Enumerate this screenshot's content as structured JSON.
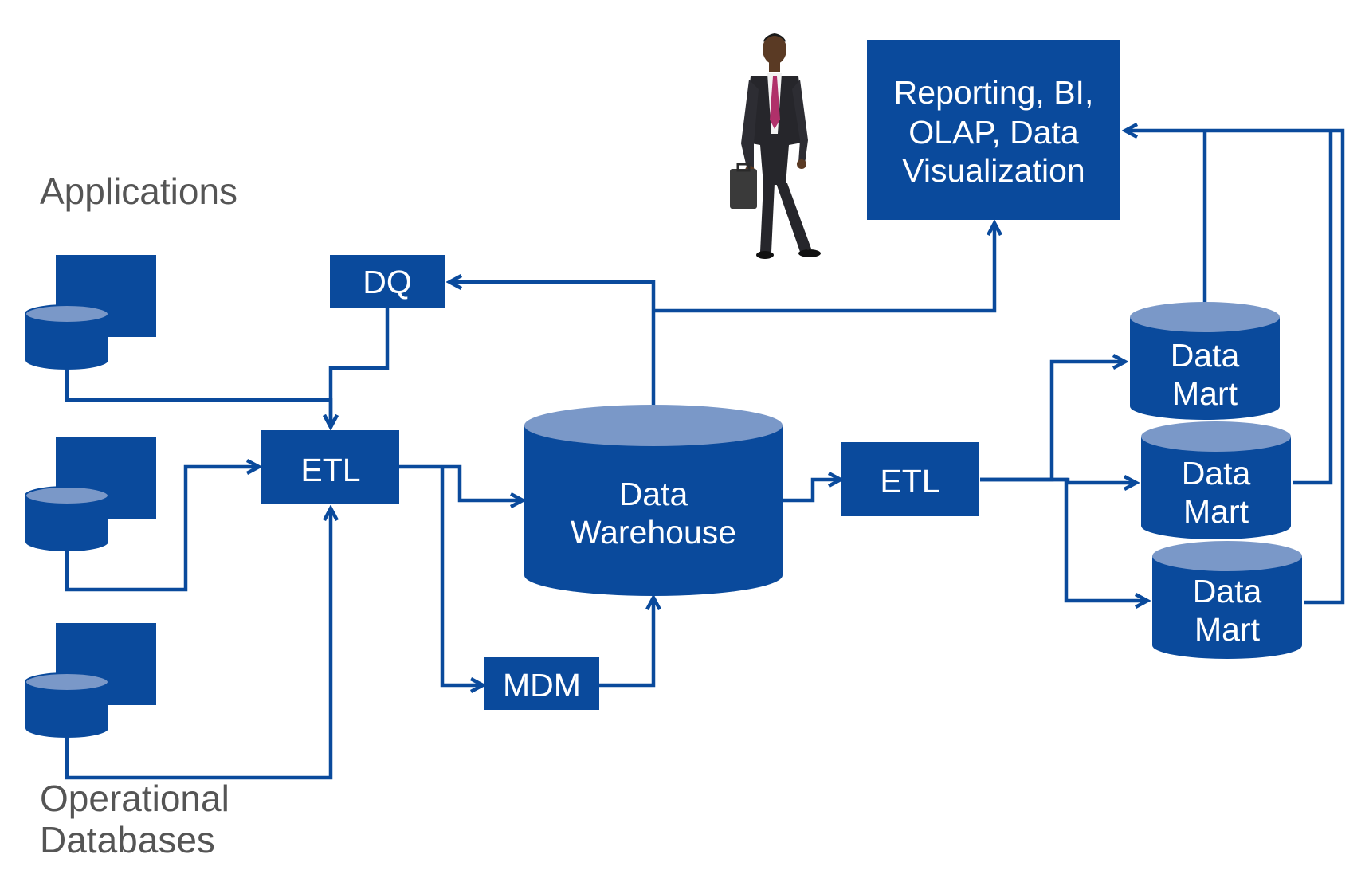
{
  "colors": {
    "primary": "#0a4a9c",
    "cylinder_top": "#7a98c8",
    "label": "#555555"
  },
  "labels": {
    "applications": "Applications",
    "operational_1": "Operational",
    "operational_2": "Databases"
  },
  "nodes": {
    "dq": "DQ",
    "etl_left": "ETL",
    "etl_right": "ETL",
    "mdm": "MDM",
    "warehouse": [
      "Data",
      "Warehouse"
    ],
    "reporting": [
      "Reporting, BI,",
      "OLAP, Data",
      "Visualization"
    ],
    "data_marts": [
      [
        "Data",
        "Mart"
      ],
      [
        "Data",
        "Mart"
      ],
      [
        "Data",
        "Mart"
      ]
    ]
  },
  "icons": {
    "sources": [
      "application-database-icon",
      "application-database-icon",
      "application-database-icon"
    ],
    "person": "businessman-with-briefcase-icon"
  }
}
